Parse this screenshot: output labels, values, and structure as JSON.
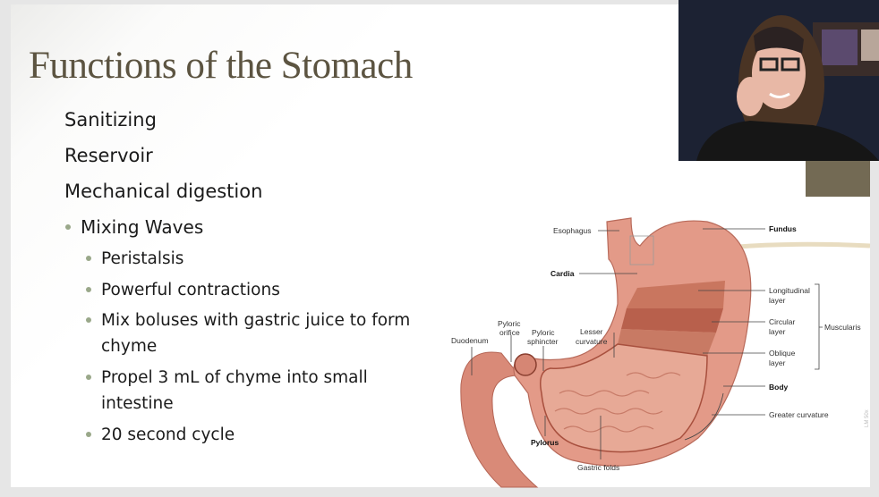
{
  "slide": {
    "title": "Functions of the Stomach",
    "items": [
      {
        "level": 1,
        "text": "Sanitizing"
      },
      {
        "level": 1,
        "text": "Reservoir"
      },
      {
        "level": 1,
        "text": "Mechanical digestion"
      },
      {
        "level": 2,
        "text": "Mixing Waves"
      },
      {
        "level": 3,
        "text": "Peristalsis"
      },
      {
        "level": 3,
        "text": "Powerful contractions"
      },
      {
        "level": 3,
        "text": "Mix  boluses with gastric juice to form chyme"
      },
      {
        "level": 3,
        "text": "Propel 3 mL of chyme into small intestine"
      },
      {
        "level": 3,
        "text": "20 second cycle"
      }
    ],
    "accent_color": "#736a54",
    "title_color": "#5c5441",
    "bullet_color": "#9aa88a"
  },
  "figure": {
    "labels": {
      "esophagus": "Esophagus",
      "fundus": "Fundus",
      "cardia": "Cardia",
      "longitudinal_1": "Longitudinal",
      "longitudinal_2": "layer",
      "circular_1": "Circular",
      "circular_2": "layer",
      "oblique_1": "Oblique",
      "oblique_2": "layer",
      "muscularis": "Muscularis",
      "body": "Body",
      "greater_curvature": "Greater curvature",
      "lesser_curvature_1": "Lesser",
      "lesser_curvature_2": "curvature",
      "pyloric_orifice_1": "Pyloric",
      "pyloric_orifice_2": "orifice",
      "pyloric_sphincter_1": "Pyloric",
      "pyloric_sphincter_2": "sphincter",
      "duodenum": "Duodenum",
      "pylorus": "Pylorus",
      "gastric_folds": "Gastric folds",
      "credit": "LM 50x"
    }
  },
  "webcam": {
    "participant_video": "presenter"
  }
}
